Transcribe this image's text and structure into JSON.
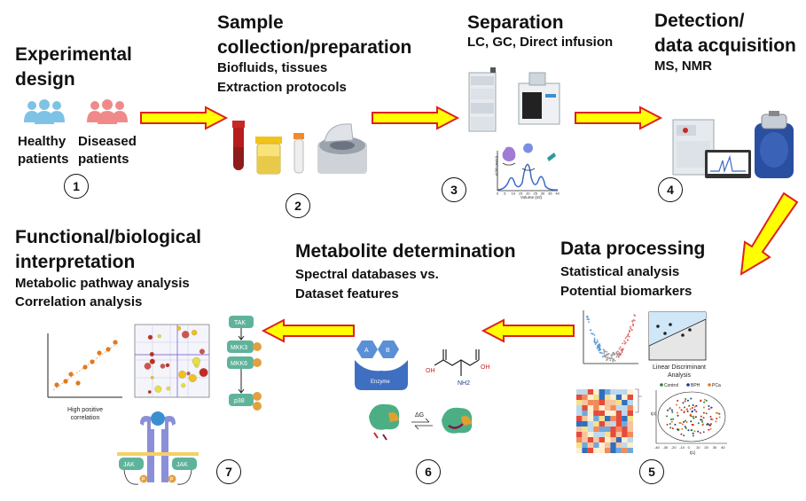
{
  "step1": {
    "title_line1": "Experimental",
    "title_line2": "design",
    "group_healthy": [
      "Healthy",
      "patients"
    ],
    "group_diseased": [
      "Diseased",
      "patients"
    ],
    "number": "1"
  },
  "step2": {
    "title_line1": "Sample",
    "title_line2": "collection/preparation",
    "sub_line1": "Biofluids, tissues",
    "sub_line2": "Extraction protocols",
    "number": "2"
  },
  "step3": {
    "title": "Separation",
    "sub": "LC, GC, Direct infusion",
    "number": "3",
    "chrom_xlabel": "Volume (ml)",
    "chrom_ylabel": "A280 (mAU)",
    "chrom_ticks": [
      "0",
      "5",
      "10",
      "15",
      "20",
      "25",
      "30",
      "35",
      "40"
    ]
  },
  "step4": {
    "title_line1": "Detection/",
    "title_line2": "data acquisition",
    "sub": "MS, NMR",
    "number": "4"
  },
  "step5": {
    "title": "Data processing",
    "sub_line1": "Statistical analysis",
    "sub_line2": "Potential biomarkers",
    "lda_label": [
      "Linear Discriminant",
      "Analysis"
    ],
    "pca_legend": [
      "Control",
      "BPH",
      "PCa"
    ],
    "pca_xlabel": "t[1]",
    "pca_ylabel": "t[2]",
    "pca_xticks": [
      "-40",
      "-30",
      "-20",
      "-10",
      "0",
      "10",
      "20",
      "30",
      "40"
    ],
    "number": "5"
  },
  "step6": {
    "title": "Metabolite  determination",
    "sub_line1": "Spectral databases vs.",
    "sub_line2": "Dataset features",
    "enzyme_label": "Enzyme",
    "hex_a": "A",
    "hex_b": "B",
    "mol_oh_left": "OH",
    "mol_oh_right": "OH",
    "mol_nh2": "NH2",
    "delta_g": "ΔG",
    "number": "6"
  },
  "step7": {
    "title_line1": "Functional/biological",
    "title_line2": "interpretation",
    "sub_line1": "Metabolic pathway analysis",
    "sub_line2": "Correlation analysis",
    "corr_label": [
      "High positive",
      "correlation"
    ],
    "pathway": [
      "TAK",
      "MKK3",
      "MKK6",
      "p38"
    ],
    "jak_left": "JAK",
    "jak_right": "JAK",
    "phospho": "P",
    "number": "7"
  },
  "colors": {
    "arrow_fill": "#ffff00",
    "arrow_stroke": "#e02020",
    "healthy": "#7ec3e6",
    "diseased": "#f08a8a",
    "hex": "#5b8fd6",
    "enzyme": "#3f6fc0",
    "receptor": "#8b8fd8",
    "pathway_box": "#5fb39b",
    "phospho": "#e2a040"
  }
}
